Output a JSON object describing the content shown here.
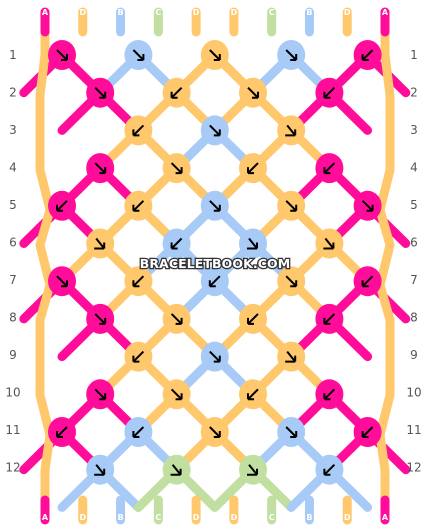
{
  "site": {
    "watermark": "BRACELETBOOK.COM"
  },
  "colors": {
    "A": "#ff0d9a",
    "B": "#a7cbf6",
    "C": "#c0dfa0",
    "D": "#ffc86c"
  },
  "strands": {
    "top": [
      "A",
      "D",
      "B",
      "C",
      "D",
      "D",
      "C",
      "B",
      "D",
      "A"
    ],
    "bottom": [
      "A",
      "D",
      "B",
      "C",
      "D",
      "D",
      "C",
      "B",
      "D",
      "A"
    ]
  },
  "row_labels": [
    "1",
    "2",
    "3",
    "4",
    "5",
    "6",
    "7",
    "8",
    "9",
    "10",
    "11",
    "12"
  ],
  "knots": [
    [
      {
        "c": "A",
        "d": "se"
      },
      {
        "c": "B",
        "d": "se"
      },
      {
        "c": "D",
        "d": "se"
      },
      {
        "c": "B",
        "d": "se"
      },
      {
        "c": "A",
        "d": "sw"
      }
    ],
    [
      {
        "c": "A",
        "d": "se"
      },
      {
        "c": "D",
        "d": "sw"
      },
      {
        "c": "D",
        "d": "se"
      },
      {
        "c": "A",
        "d": "sw"
      }
    ],
    [
      {
        "c": "D",
        "d": "sw"
      },
      {
        "c": "B",
        "d": "se"
      },
      {
        "c": "D",
        "d": "se-"
      }
    ],
    [
      {
        "c": "A",
        "d": "se"
      },
      {
        "c": "D",
        "d": "se"
      },
      {
        "c": "D",
        "d": "sw"
      },
      {
        "c": "A",
        "d": "sw"
      }
    ],
    [
      {
        "c": "A",
        "d": "sw"
      },
      {
        "c": "D",
        "d": "sw"
      },
      {
        "c": "B",
        "d": "se"
      },
      {
        "c": "D",
        "d": "se"
      },
      {
        "c": "A",
        "d": "se"
      }
    ],
    [
      {
        "c": "D",
        "d": "se-"
      },
      {
        "c": "B",
        "d": "sw"
      },
      {
        "c": "B",
        "d": "se-"
      },
      {
        "c": "D",
        "d": "se-"
      }
    ],
    [
      {
        "c": "A",
        "d": "se"
      },
      {
        "c": "D",
        "d": "sw"
      },
      {
        "c": "B",
        "d": "sw"
      },
      {
        "c": "D",
        "d": "se"
      },
      {
        "c": "A",
        "d": "sw"
      }
    ],
    [
      {
        "c": "A",
        "d": "se"
      },
      {
        "c": "D",
        "d": "se"
      },
      {
        "c": "D",
        "d": "sw"
      },
      {
        "c": "A",
        "d": "sw"
      }
    ],
    [
      {
        "c": "D",
        "d": "sw"
      },
      {
        "c": "B",
        "d": "se"
      },
      {
        "c": "D",
        "d": "se-"
      }
    ],
    [
      {
        "c": "A",
        "d": "se"
      },
      {
        "c": "D",
        "d": "se"
      },
      {
        "c": "D",
        "d": "sw"
      },
      {
        "c": "A",
        "d": "sw"
      }
    ],
    [
      {
        "c": "A",
        "d": "sw"
      },
      {
        "c": "B",
        "d": "sw"
      },
      {
        "c": "D",
        "d": "se"
      },
      {
        "c": "B",
        "d": "se"
      },
      {
        "c": "A",
        "d": "sw"
      }
    ],
    [
      {
        "c": "B",
        "d": "se-"
      },
      {
        "c": "C",
        "d": "se-"
      },
      {
        "c": "C",
        "d": "se-"
      },
      {
        "c": "B",
        "d": "sw"
      }
    ]
  ]
}
